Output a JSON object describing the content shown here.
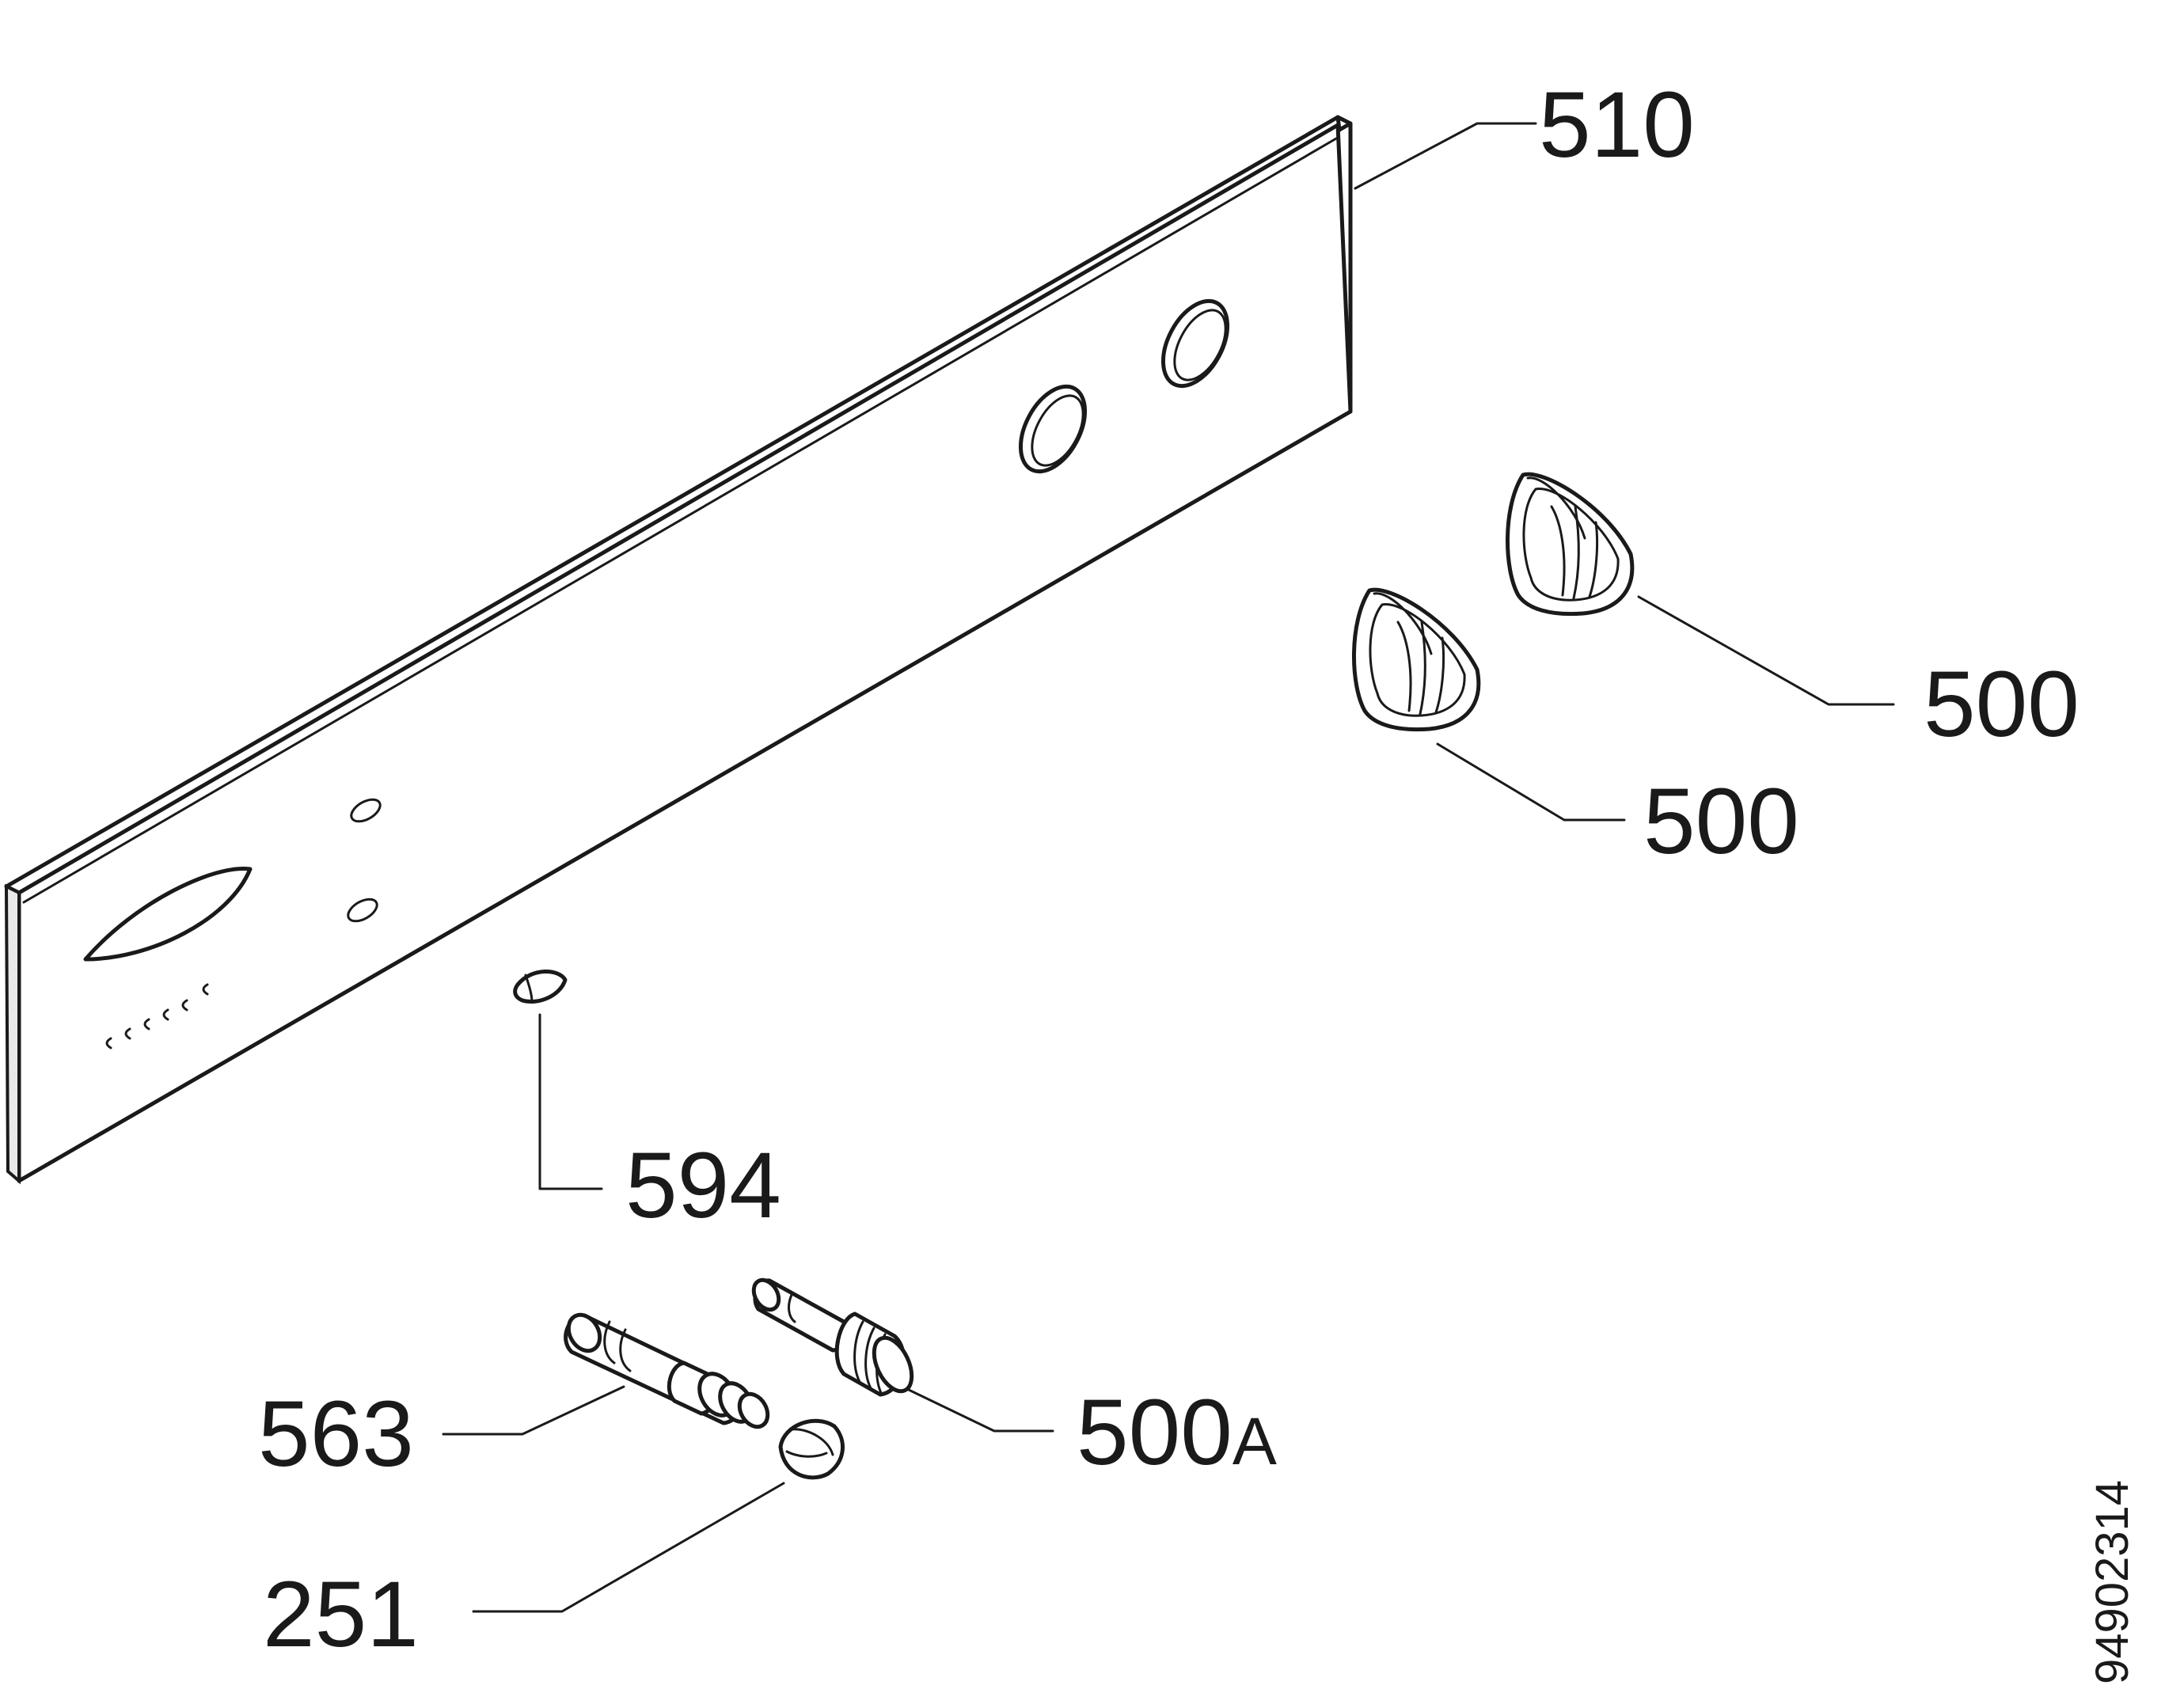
{
  "diagram": {
    "callouts": {
      "panel": "510",
      "knob_upper": "500",
      "knob_lower": "500",
      "plug": "594",
      "spindle": "563",
      "shaft": "500",
      "shaft_suffix": "A",
      "screw": "251"
    },
    "document_number": "94902314"
  }
}
